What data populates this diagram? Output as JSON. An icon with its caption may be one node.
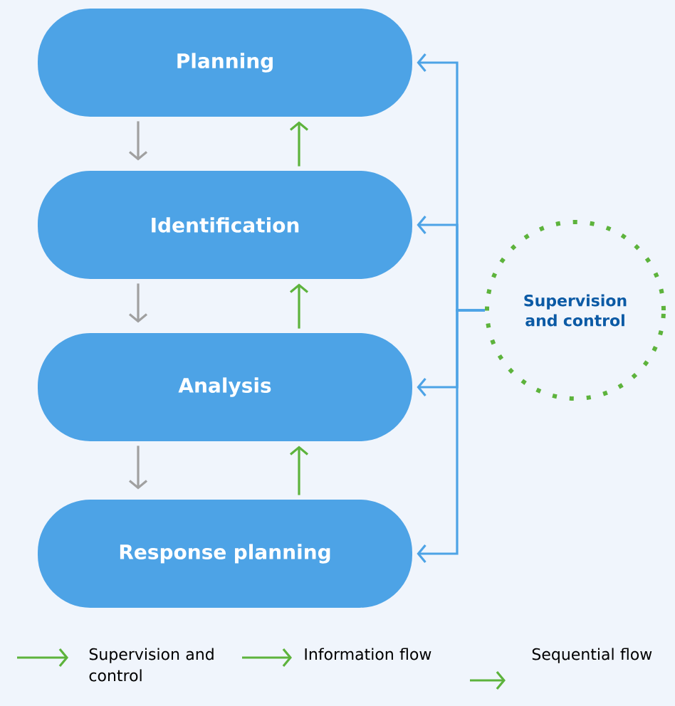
{
  "diagram": {
    "nodes": [
      {
        "text": [
          "Planning"
        ]
      },
      {
        "text": [
          "Identification"
        ]
      },
      {
        "text": [
          "Analysis"
        ]
      },
      {
        "text": [
          "Response planning"
        ]
      },
      {
        "text": [
          "Supervision and control"
        ]
      }
    ],
    "edges": [
      {
        "from": 0,
        "to": 1,
        "arrow": "to",
        "color": "#a0a0a0"
      },
      {
        "from": 1,
        "to": 0,
        "arrow": "to",
        "color": "#5db33c"
      },
      {
        "from": 1,
        "to": 2,
        "arrow": "to",
        "color": "#a0a0a0"
      },
      {
        "from": 2,
        "to": 1,
        "arrow": "to",
        "color": "#5db33c"
      },
      {
        "from": 2,
        "to": 3,
        "arrow": "to",
        "color": "#a0a0a0"
      },
      {
        "from": 3,
        "to": 2,
        "arrow": "to",
        "color": "#5db33c"
      },
      {
        "from": 4,
        "to": 0,
        "arrow": "to"
      },
      {
        "from": 4,
        "to": 1,
        "arrow": "to"
      },
      {
        "from": 4,
        "to": 2,
        "arrow": "to"
      },
      {
        "from": 4,
        "to": 3,
        "arrow": "to"
      }
    ],
    "legend": [
      {
        "text": "Supervision and control"
      },
      {
        "text": "Information flow"
      },
      {
        "text": "Sequential flow"
      }
    ]
  }
}
